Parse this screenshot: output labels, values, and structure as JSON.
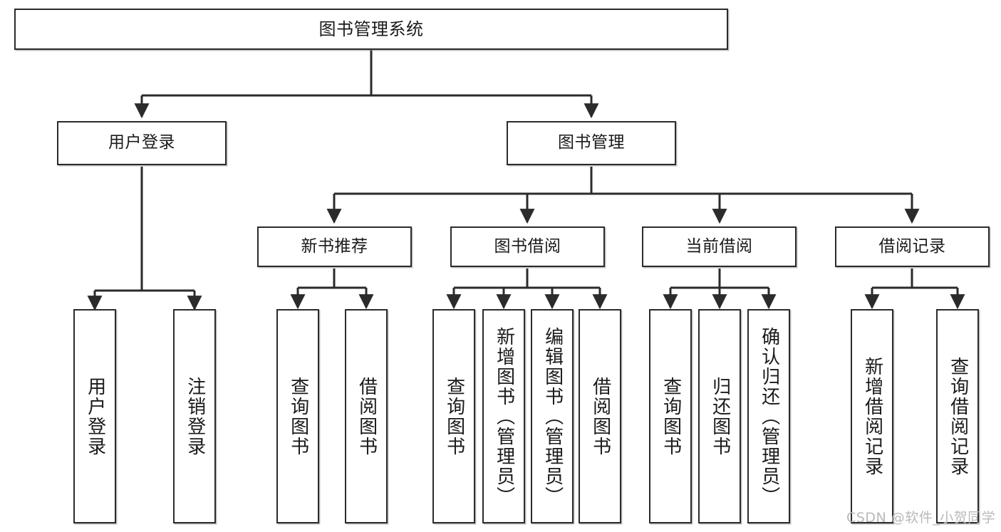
{
  "diagram": {
    "title": "图书管理系统",
    "type": "tree",
    "watermark": "CSDN @软件_小贺同学",
    "colors": {
      "box_border": "#2b2b2b",
      "box_fill": "#ffffff",
      "connector": "#2b2b2b",
      "text": "#1a1a1a",
      "watermark": "#b9b9b9"
    },
    "nodes": {
      "root": {
        "label": "图书管理系统"
      },
      "level2": [
        {
          "id": "user-login",
          "label": "用户登录"
        },
        {
          "id": "book-manage",
          "label": "图书管理"
        }
      ],
      "level3": [
        {
          "id": "new-book-recommend",
          "label": "新书推荐"
        },
        {
          "id": "book-borrow",
          "label": "图书借阅"
        },
        {
          "id": "current-borrow",
          "label": "当前借阅"
        },
        {
          "id": "borrow-record",
          "label": "借阅记录"
        }
      ],
      "leaves": {
        "user-login": [
          {
            "id": "leaf-user-login",
            "label": "用户登录"
          },
          {
            "id": "leaf-logout-login",
            "label": "注销登录"
          }
        ],
        "new-book-recommend": [
          {
            "id": "leaf-query-book-1",
            "label": "查询图书"
          },
          {
            "id": "leaf-borrow-book-1",
            "label": "借阅图书"
          }
        ],
        "book-borrow": [
          {
            "id": "leaf-query-book-2",
            "label": "查询图书"
          },
          {
            "id": "leaf-add-book-admin",
            "label": "新增图书（管理员）"
          },
          {
            "id": "leaf-edit-book-admin",
            "label": "编辑图书（管理员）"
          },
          {
            "id": "leaf-borrow-book-2",
            "label": "借阅图书"
          }
        ],
        "current-borrow": [
          {
            "id": "leaf-query-book-3",
            "label": "查询图书"
          },
          {
            "id": "leaf-return-book",
            "label": "归还图书"
          },
          {
            "id": "leaf-confirm-return-admin",
            "label": "确认归还（管理员）"
          }
        ],
        "borrow-record": [
          {
            "id": "leaf-add-borrow-record",
            "label": "新增借阅记录"
          },
          {
            "id": "leaf-query-borrow-record",
            "label": "查询借阅记录"
          }
        ]
      }
    }
  }
}
